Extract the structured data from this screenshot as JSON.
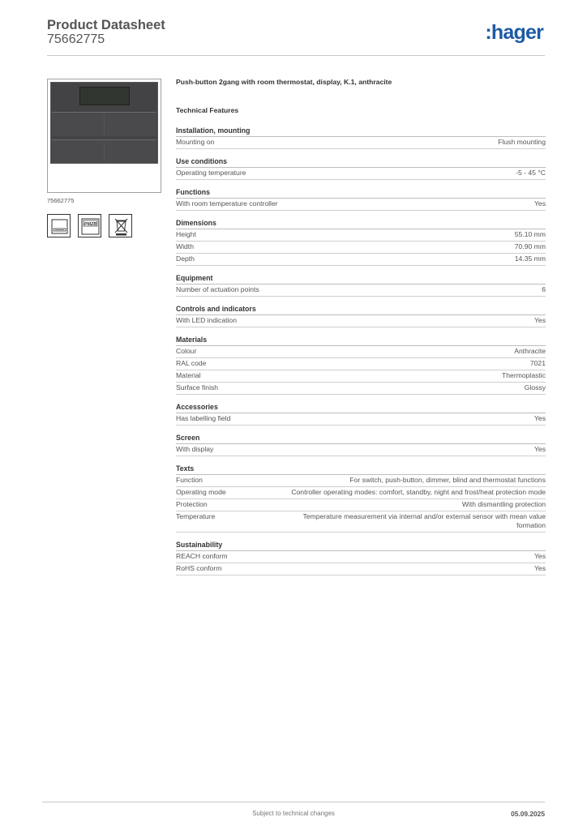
{
  "header": {
    "title": "Product Datasheet",
    "product_number": "75662775",
    "brand": ":hager"
  },
  "product": {
    "image_caption": "75662775",
    "symbols": [
      "device-outline-icon",
      "pmz-label-icon",
      "weee-crossed-bin-icon"
    ],
    "symbol_text": "PMZB",
    "description": "Push-button 2gang with room thermostat, display, K.1, anthracite"
  },
  "technical_features_title": "Technical Features",
  "sections": [
    {
      "title": "Installation, mounting",
      "rows": [
        {
          "label": "Mounting on",
          "value": "Flush mounting"
        }
      ]
    },
    {
      "title": "Use conditions",
      "rows": [
        {
          "label": "Operating temperature",
          "value": "-5 - 45 °C"
        }
      ]
    },
    {
      "title": "Functions",
      "rows": [
        {
          "label": "With room temperature controller",
          "value": "Yes"
        }
      ]
    },
    {
      "title": "Dimensions",
      "rows": [
        {
          "label": "Height",
          "value": "55.10 mm"
        },
        {
          "label": "Width",
          "value": "70.90 mm"
        },
        {
          "label": "Depth",
          "value": "14.35 mm"
        }
      ]
    },
    {
      "title": "Equipment",
      "rows": [
        {
          "label": "Number of actuation points",
          "value": "6"
        }
      ]
    },
    {
      "title": "Controls and indicators",
      "rows": [
        {
          "label": "With LED indication",
          "value": "Yes"
        }
      ]
    },
    {
      "title": "Materials",
      "rows": [
        {
          "label": "Colour",
          "value": "Anthracite"
        },
        {
          "label": "RAL code",
          "value": "7021"
        },
        {
          "label": "Material",
          "value": "Thermoplastic"
        },
        {
          "label": "Surface finish",
          "value": "Glossy"
        }
      ]
    },
    {
      "title": "Accessories",
      "rows": [
        {
          "label": "Has labelling field",
          "value": "Yes"
        }
      ]
    },
    {
      "title": "Screen",
      "rows": [
        {
          "label": "With display",
          "value": "Yes"
        }
      ]
    },
    {
      "title": "Texts",
      "rows": [
        {
          "label": "Function",
          "value": "For switch, push-button, dimmer, blind and thermostat functions"
        },
        {
          "label": "Operating mode",
          "value": "Controller operating modes: comfort, standby, night and frost/heat protection mode"
        },
        {
          "label": "Protection",
          "value": "With dismantling protection"
        },
        {
          "label": "Temperature",
          "value": "Temperature measurement via internal and/or external sensor with mean value formation"
        }
      ]
    },
    {
      "title": "Sustainability",
      "rows": [
        {
          "label": "REACH conform",
          "value": "Yes"
        },
        {
          "label": "RoHS conform",
          "value": "Yes"
        }
      ]
    }
  ],
  "footer": {
    "note": "Subject to technical changes",
    "date": "05.09.2025"
  },
  "colors": {
    "brand_blue": "#1d5aa6",
    "device_anthracite": "#434345",
    "rule_gray": "#c8c8c8"
  }
}
